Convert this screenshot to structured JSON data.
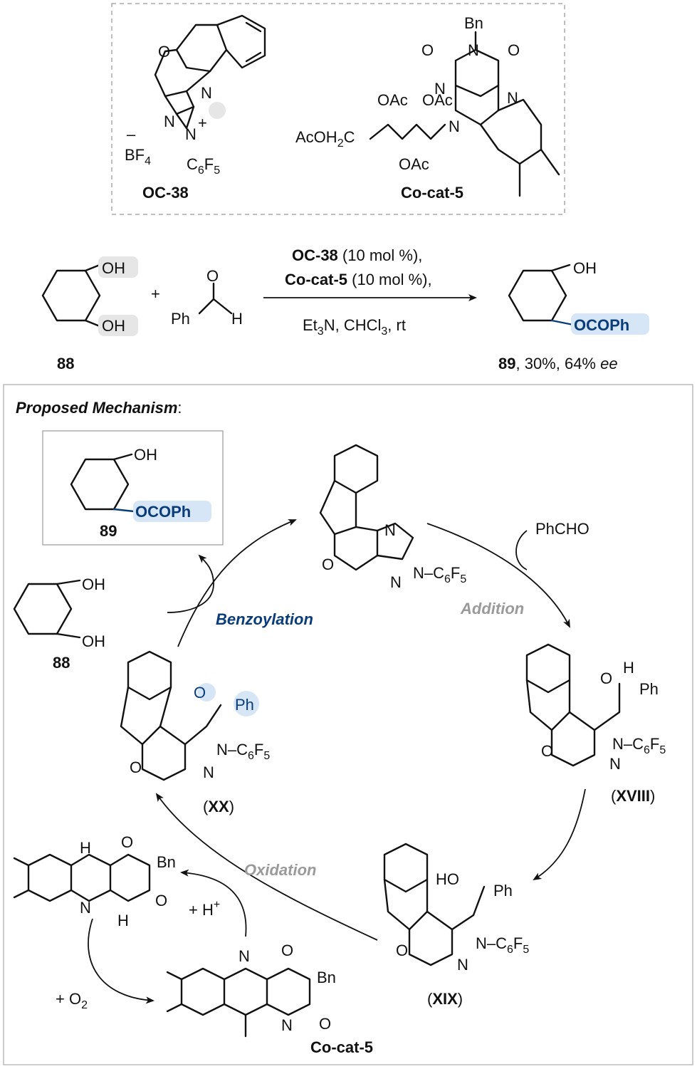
{
  "catalysts": {
    "oc38": {
      "label": "OC-38",
      "anion": "BF",
      "anion_sub": "4",
      "substituent": "C",
      "sub_6": "6",
      "sub_F": "F",
      "sub_5": "5",
      "o": "O",
      "n1": "N",
      "n2": "N",
      "n4": "N",
      "plus": "+",
      "minus": "–"
    },
    "cocat5": {
      "label": "Co-cat-5",
      "bn": "Bn",
      "n": "N",
      "o1": "O",
      "o2": "O",
      "oac1": "OAc",
      "oac2": "OAc",
      "oac3": "OAc",
      "acoh2c_pre": "AcOH",
      "acoh2c_sub": "2",
      "acoh2c_post": "C"
    }
  },
  "reaction": {
    "substrate_label": "88",
    "plus": "+",
    "aldehyde_o": "O",
    "aldehyde_ph": "Ph",
    "aldehyde_h": "H",
    "oh": "OH",
    "conditions_line1_bold": "OC-38",
    "conditions_line1_rest": " (10 mol %),",
    "conditions_line2_bold": "Co-cat-5",
    "conditions_line2_rest": " (10 mol %),",
    "conditions_line3": "Et",
    "product_label": "89",
    "product_yield": ", 30%, 64% ",
    "product_ee": "ee",
    "ocoph": "OCOPh"
  },
  "mechanism": {
    "heading": "Proposed Mechanism",
    "heading_colon": ":",
    "product_89": "89",
    "substrate_88": "88",
    "benzoylation": "Benzoylation",
    "addition": "Addition",
    "oxidation": "Oxidation",
    "phcho": "PhCHO",
    "int_xviii": "XVIII",
    "int_xix": "XIX",
    "int_xx": "XX",
    "ph": "Ph",
    "ho": "HO",
    "h_plus": "+ H",
    "o2": "+ O",
    "cocat5": "Co-cat-5",
    "bn": "Bn",
    "nh": "H"
  },
  "colors": {
    "accent_blue": "#0b3c7a",
    "highlight_blue": "#d6e6f7",
    "highlight_grey": "#e6e6e6",
    "label_grey": "#9a9a9a",
    "frame": "#bbbbbb"
  }
}
